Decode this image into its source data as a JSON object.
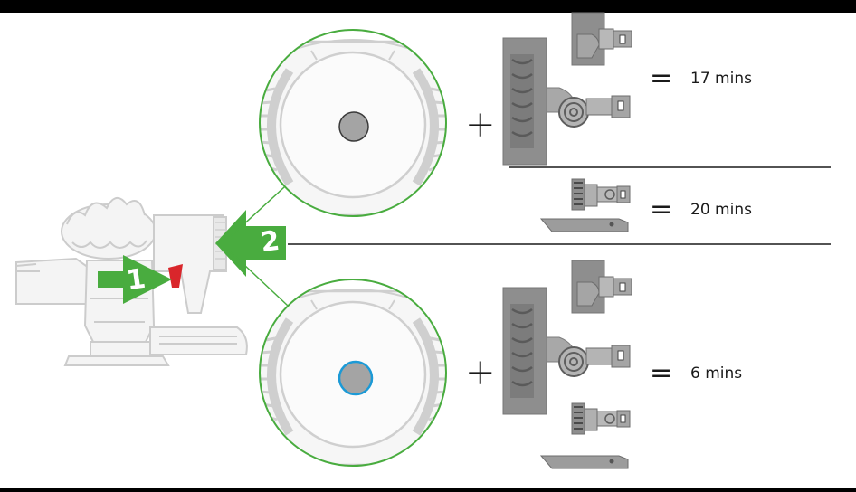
{
  "steps": {
    "step_1": "1",
    "step_2": "2"
  },
  "results": [
    {
      "operator": "=",
      "value": "17 mins"
    },
    {
      "operator": "=",
      "value": "20 mins"
    },
    {
      "operator": "=",
      "value": "6 mins"
    }
  ],
  "plus_top": "+",
  "plus_bottom": "+",
  "colors": {
    "accent_green": "#49ac3f",
    "trigger_red": "#d9262b",
    "max_ring_blue": "#1c9ad6",
    "outline_grey": "#c8c8c8",
    "tool_grey": "#9a9a9a"
  }
}
